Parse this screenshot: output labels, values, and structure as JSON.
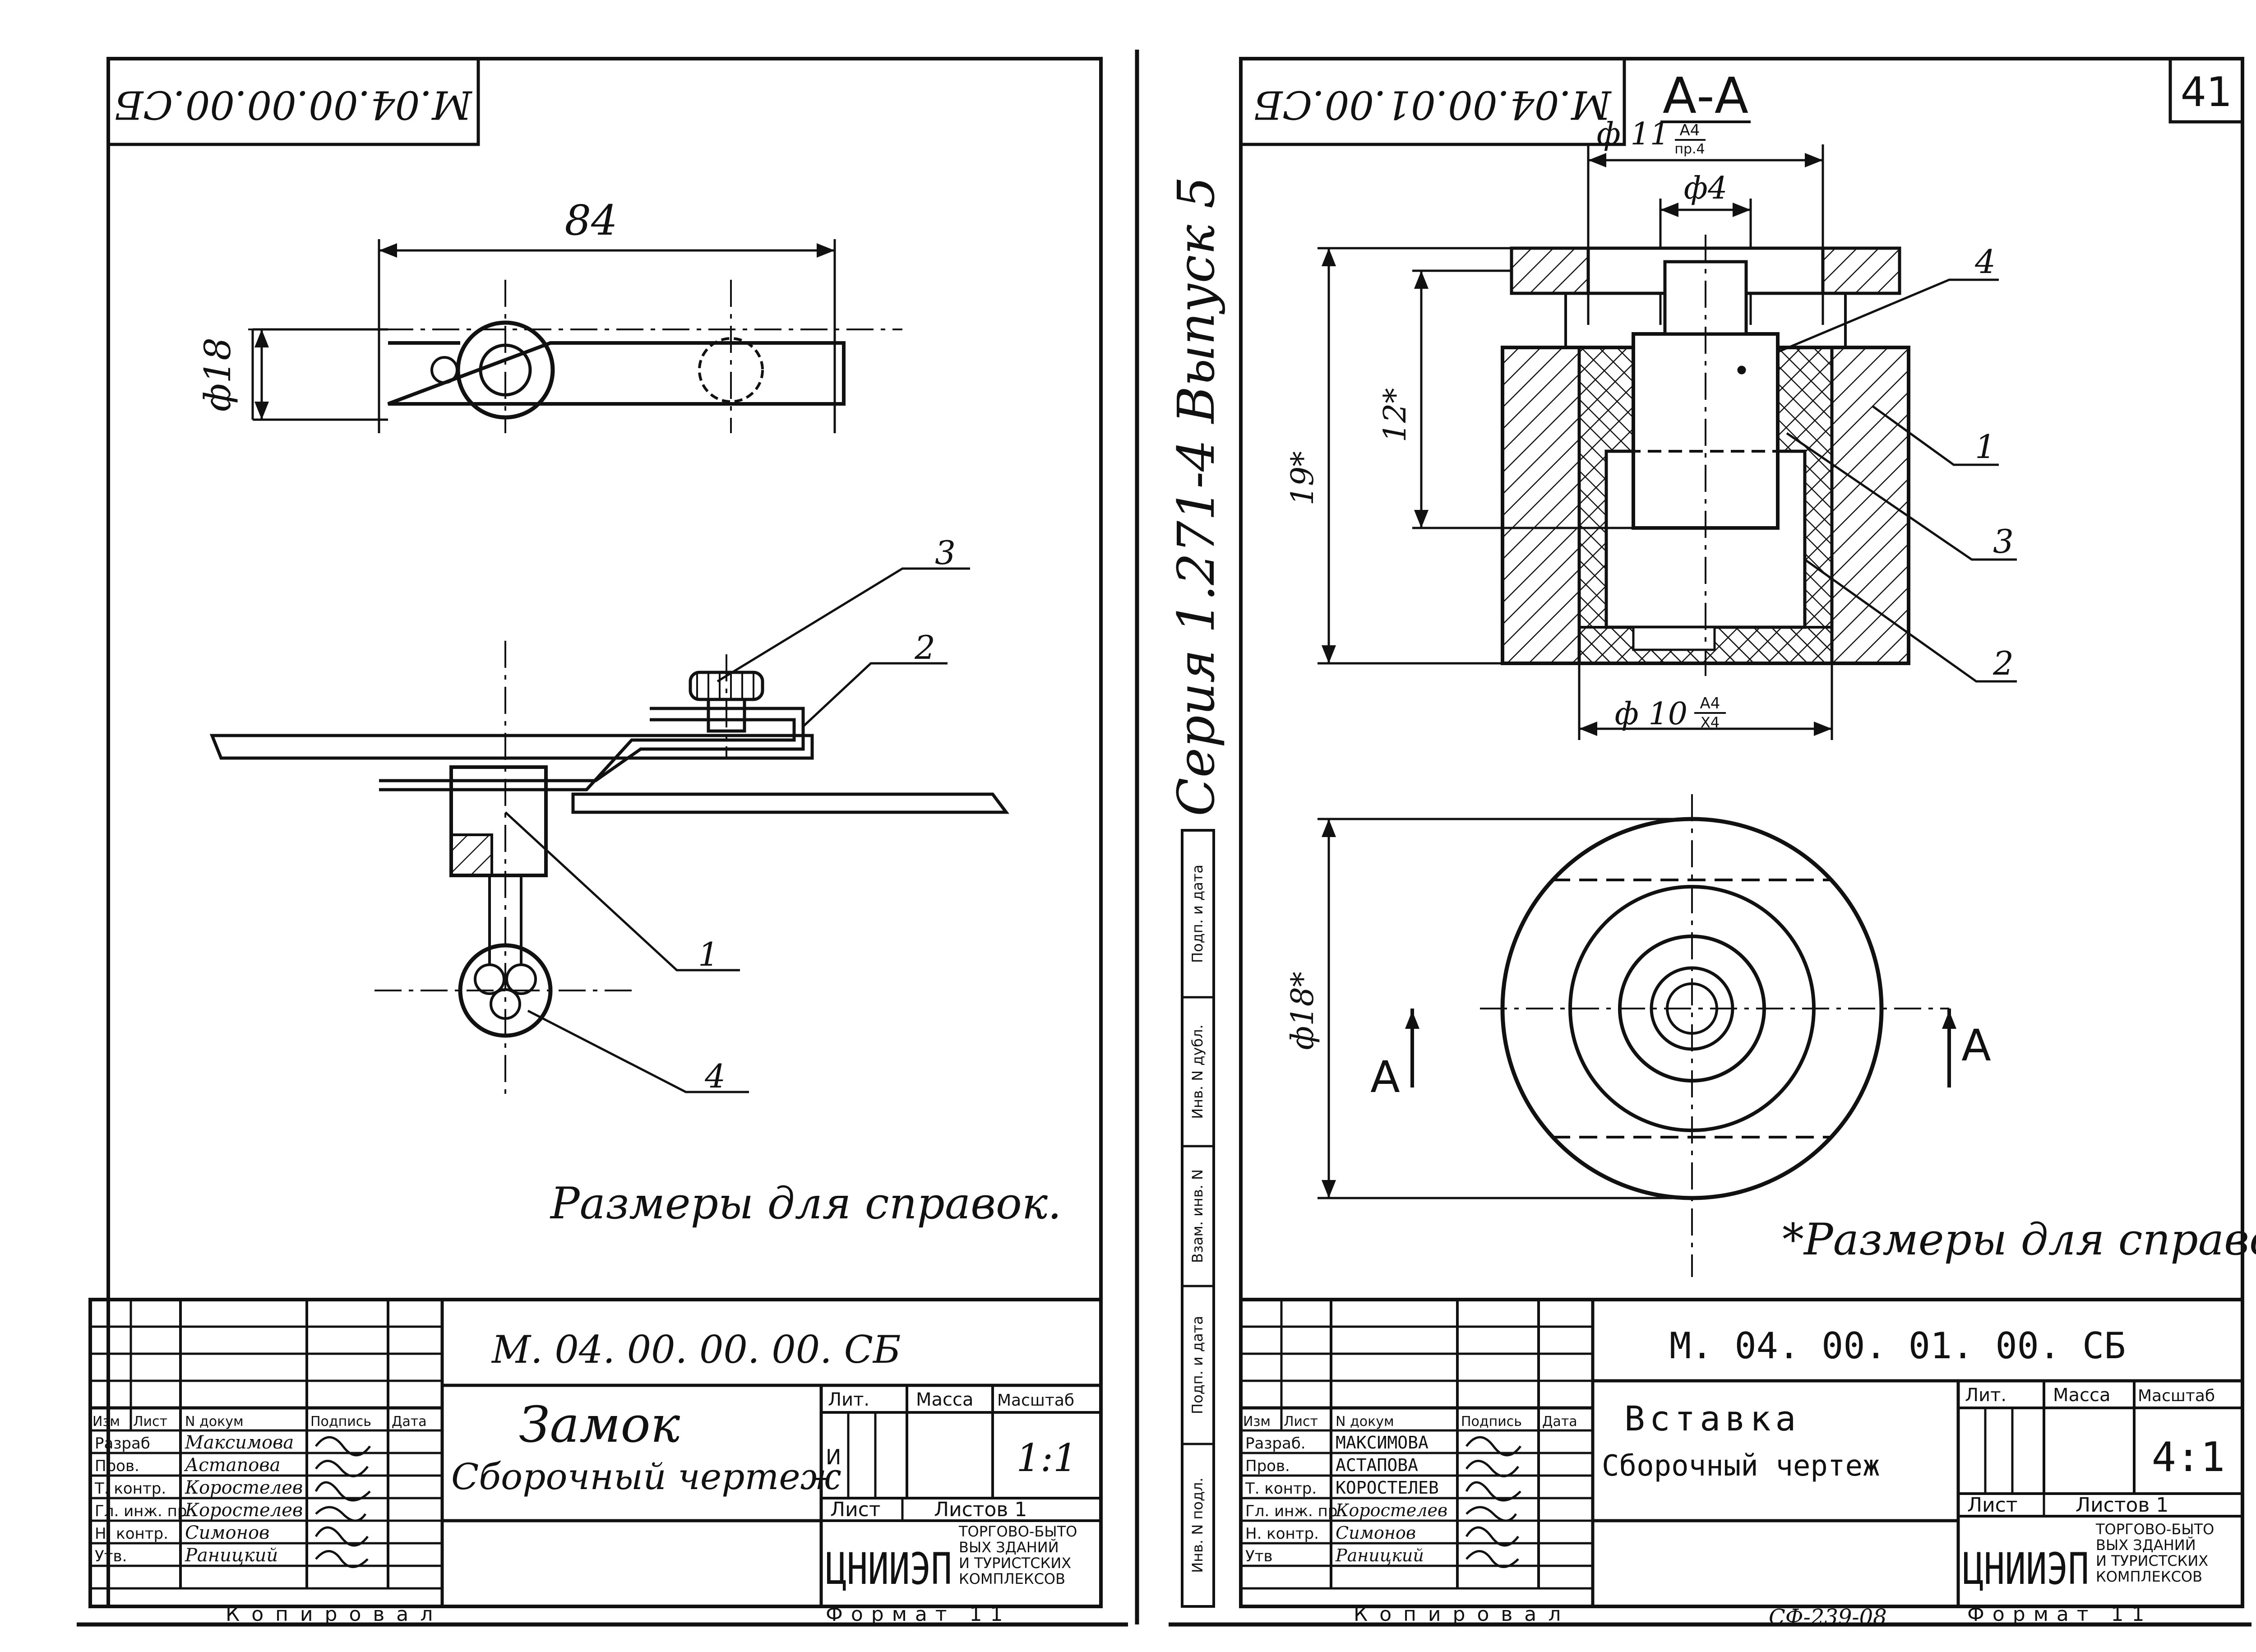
{
  "page_number": "41",
  "series_vertical": "Серия 1.271-4 Выпуск 5",
  "side_stamp_labels": [
    "Инв. N подл.",
    "Подп. и дата",
    "Взам. инв. N",
    "Инв. N дубл.",
    "Подп. и дата"
  ],
  "sheet_left": {
    "stamp_code_rotated": "М.04.00.00.00.СБ",
    "dim_length": "84",
    "dim_diameter": "ф18",
    "callouts": [
      "1",
      "2",
      "3",
      "4"
    ],
    "note": "Размеры для справок.",
    "title_block": {
      "code": "М. 04. 00. 00. 00. СБ",
      "name": "Замок",
      "subtitle": "Сборочный чертеж",
      "col_headers": [
        "Изм",
        "Лист",
        "N докум",
        "Подпись",
        "Дата"
      ],
      "roles": [
        "Разраб",
        "Пров.",
        "Т. контр.",
        "Гл. инж. пр",
        "Н. контр.",
        "Утв."
      ],
      "names": [
        "Максимова",
        "Астапова",
        "Коростелев",
        "Коростелев",
        "Симонов",
        "Раницкий"
      ],
      "lit_label": "Лит.",
      "mass_label": "Масса",
      "scale_label": "Масштаб",
      "lit_value": "И",
      "scale": "1:1",
      "sheet_label": "Лист",
      "sheets_label": "Листов 1",
      "org_short": "ЦНИИЭП",
      "org_long": [
        "ТОРГОВО-БЫТО",
        "ВЫХ ЗДАНИЙ",
        "И ТУРИСТСКИХ",
        "КОМПЛЕКСОВ"
      ],
      "copied": "Копировал",
      "format": "Формат 11"
    }
  },
  "sheet_right": {
    "stamp_code_rotated": "М.04.00.01.00.СБ",
    "section_label": "А-А",
    "dims": {
      "d11": "ф 11",
      "d11_fit_top": "А4",
      "d11_fit_bottom": "пр.4",
      "d4": "ф4",
      "h12": "12*",
      "h19": "19*",
      "d10": "ф 10",
      "d10_fit_top": "А4",
      "d10_fit_bottom": "Х4",
      "d18": "ф18*"
    },
    "callouts": [
      "4",
      "1",
      "3",
      "2"
    ],
    "section_arrow": "А",
    "note": "*Размеры для справок",
    "title_block": {
      "code": "М. 04. 00. 01. 00. СБ",
      "name": "Вставка",
      "subtitle": "Сборочный чертеж",
      "col_headers": [
        "Изм",
        "Лист",
        "N докум",
        "Подпись",
        "Дата"
      ],
      "roles": [
        "Разраб.",
        "Пров.",
        "Т. контр.",
        "Гл. инж. пр",
        "Н. контр.",
        "Утв"
      ],
      "names": [
        "МАКСИМОВА",
        "АСТАПОВА",
        "КОРОСТЕЛЕВ",
        "Коростелев",
        "Симонов",
        "Раницкий"
      ],
      "lit_label": "Лит.",
      "mass_label": "Масса",
      "scale_label": "Масштаб",
      "scale": "4:1",
      "sheet_label": "Лист",
      "sheets_label": "Листов 1",
      "org_short": "ЦНИИЭП",
      "org_long": [
        "ТОРГОВО-БЫТО",
        "ВЫХ ЗДАНИЙ",
        "И ТУРИСТСКИХ",
        "КОМПЛЕКСОВ"
      ],
      "copied": "Копировал",
      "sf_code": "СФ-239-08",
      "format": "Формат 11"
    }
  }
}
